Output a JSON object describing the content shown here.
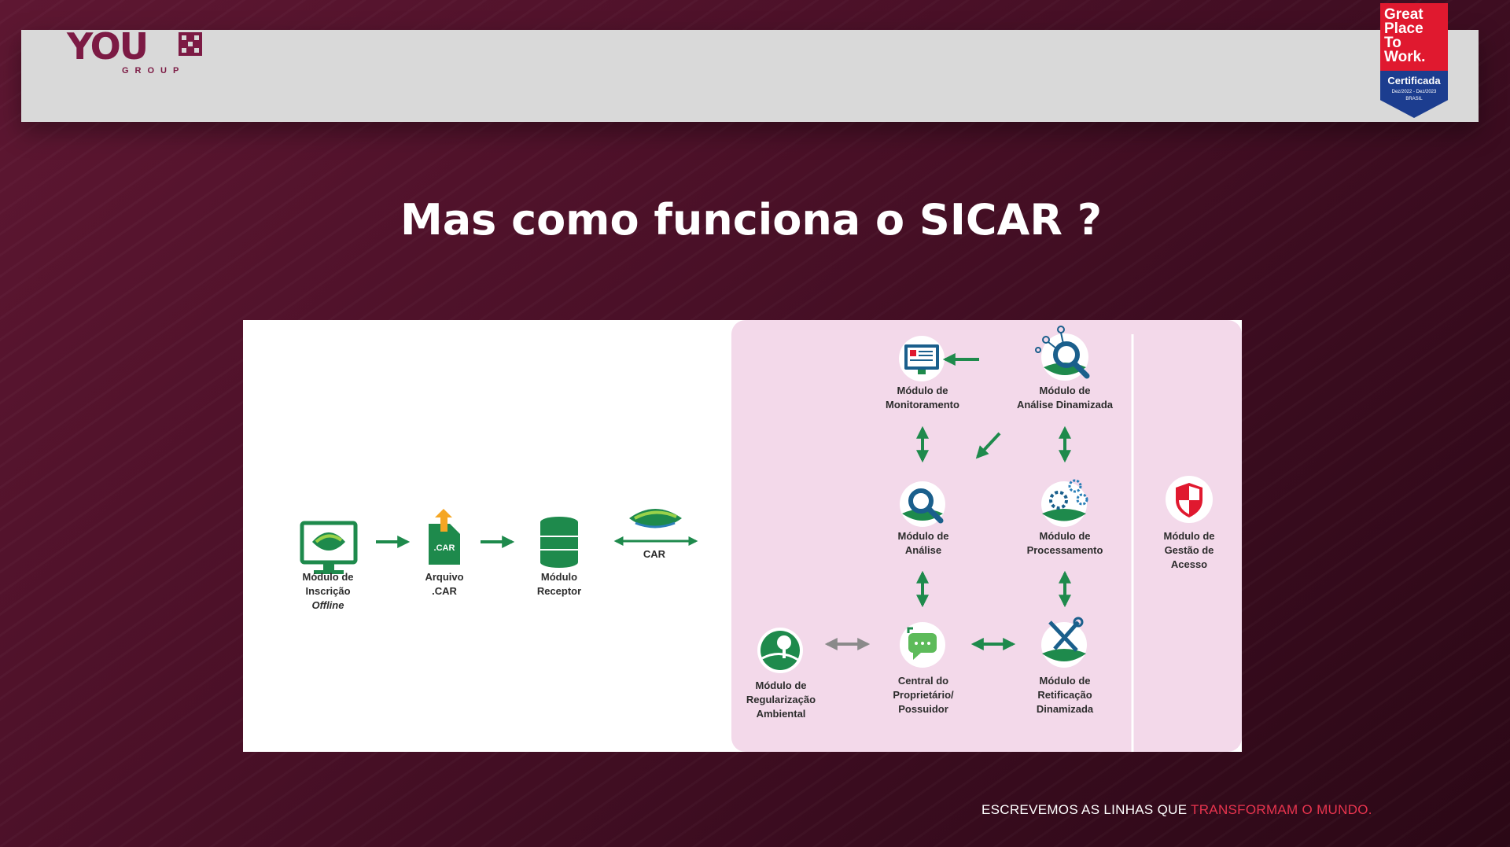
{
  "brand": {
    "logo_text": "YOU",
    "logo_sub": "GROUP",
    "brand_color": "#7c1a44"
  },
  "badge": {
    "line1": "Great",
    "line2": "Place",
    "line3": "To",
    "line4": "Work.",
    "cert": "Certificada",
    "period": "Dez/2022 - Dez/2023",
    "country": "BRASIL"
  },
  "slide": {
    "title": "Mas como funciona o SICAR ?"
  },
  "diagram": {
    "inscricao": [
      "Módulo de",
      "Inscrição",
      "Offline"
    ],
    "arquivo": [
      "Arquivo",
      ".CAR"
    ],
    "arquivo_tag": ".CAR",
    "receptor": [
      "Módulo",
      "Receptor"
    ],
    "car_arrow": "CAR",
    "monitoramento": [
      "Módulo de",
      "Monitoramento"
    ],
    "analise_dinamizada": [
      "Módulo de",
      "Análise Dinamizada"
    ],
    "analise": [
      "Módulo de",
      "Análise"
    ],
    "processamento": [
      "Módulo de",
      "Processamento"
    ],
    "gestao": [
      "Módulo de",
      "Gestão de",
      "Acesso"
    ],
    "regularizacao": [
      "Módulo de",
      "Regularização",
      "Ambiental"
    ],
    "central": [
      "Central do",
      "Proprietário/",
      "Possuidor"
    ],
    "retificacao": [
      "Módulo de",
      "Retificação",
      "Dinamizada"
    ],
    "colors": {
      "green": "#1e8a4c",
      "panel_pink": "#f3d9ea",
      "arrow_grey": "#8a8a8a"
    }
  },
  "footer": {
    "tagline_part1": "ESCREVEMOS AS LINHAS QUE ",
    "tagline_part2": "TRANSFORMAM O MUNDO."
  }
}
